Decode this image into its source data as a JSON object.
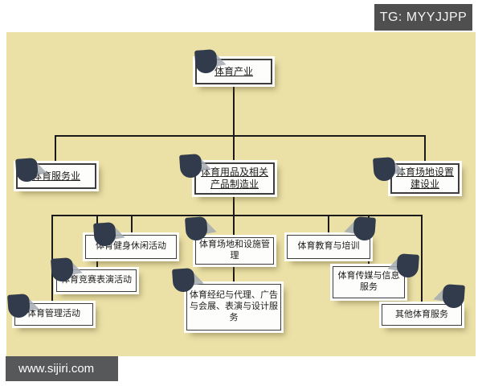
{
  "watermarks": {
    "tg_badge": "TG: MYYJJPP",
    "site_badge": "www.sijiri.com"
  },
  "org_chart": {
    "title": "体育产业",
    "root": {
      "label": "体育产业"
    },
    "level2": [
      {
        "label": "体育服务业"
      },
      {
        "label": "体育用品及相关产品制造业"
      },
      {
        "label": "体育场地设置建设业"
      }
    ],
    "level3": [
      {
        "label": "体育健身休闲活动"
      },
      {
        "label": "体育场地和设施管理"
      },
      {
        "label": "体育教育与培训"
      },
      {
        "label": "体育竞赛表演活动"
      },
      {
        "label": "体育传媒与信息服务"
      },
      {
        "label": "体育管理活动"
      },
      {
        "label": "体育经纪与代理、广告与会展、表演与设计服务"
      },
      {
        "label": "其他体育服务"
      }
    ],
    "colors": {
      "canvas_bg": "#ebe1a7",
      "node_icon": "#323b4b",
      "connector": "#1a1a1a",
      "badge_bg": "#4f4f50"
    }
  }
}
